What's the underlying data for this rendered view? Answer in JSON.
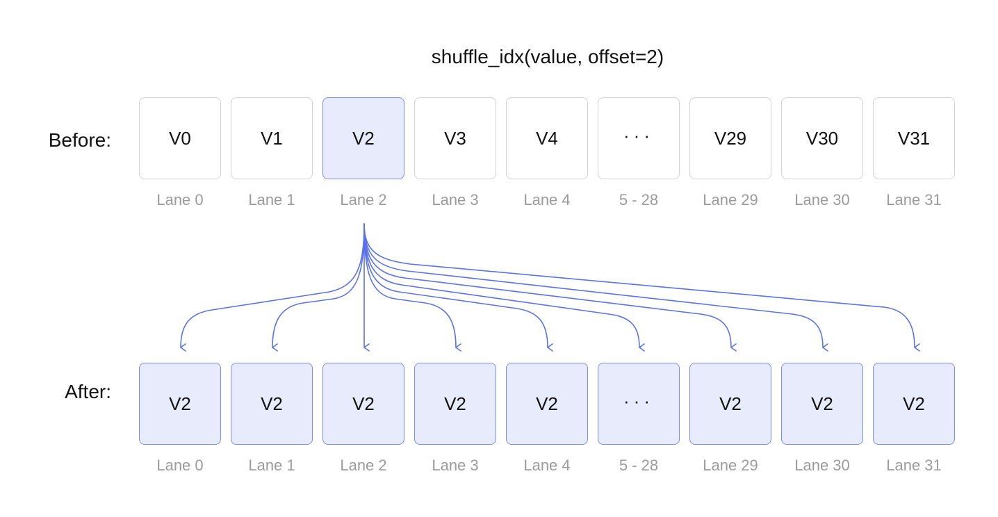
{
  "title": "shuffle_idx(value, offset=2)",
  "labels": {
    "before": "Before:",
    "after": "After:"
  },
  "colors": {
    "accent": "#5b72e8",
    "highlight_fill": "#e8ebfb",
    "highlight_border": "#7b8ee6",
    "cell_border": "#d3d3d3",
    "lane_text": "#9b9b9b"
  },
  "before": {
    "cells": [
      "V0",
      "V1",
      "V2",
      "V3",
      "V4",
      "···",
      "V29",
      "V30",
      "V31"
    ],
    "highlighted_index": 2,
    "lanes": [
      "Lane 0",
      "Lane 1",
      "Lane 2",
      "Lane 3",
      "Lane 4",
      "5 - 28",
      "Lane 29",
      "Lane 30",
      "Lane 31"
    ]
  },
  "after": {
    "cells": [
      "V2",
      "V2",
      "V2",
      "V2",
      "V2",
      "···",
      "V2",
      "V2",
      "V2"
    ],
    "lanes": [
      "Lane 0",
      "Lane 1",
      "Lane 2",
      "Lane 3",
      "Lane 4",
      "5 - 28",
      "Lane 29",
      "Lane 30",
      "Lane 31"
    ]
  }
}
